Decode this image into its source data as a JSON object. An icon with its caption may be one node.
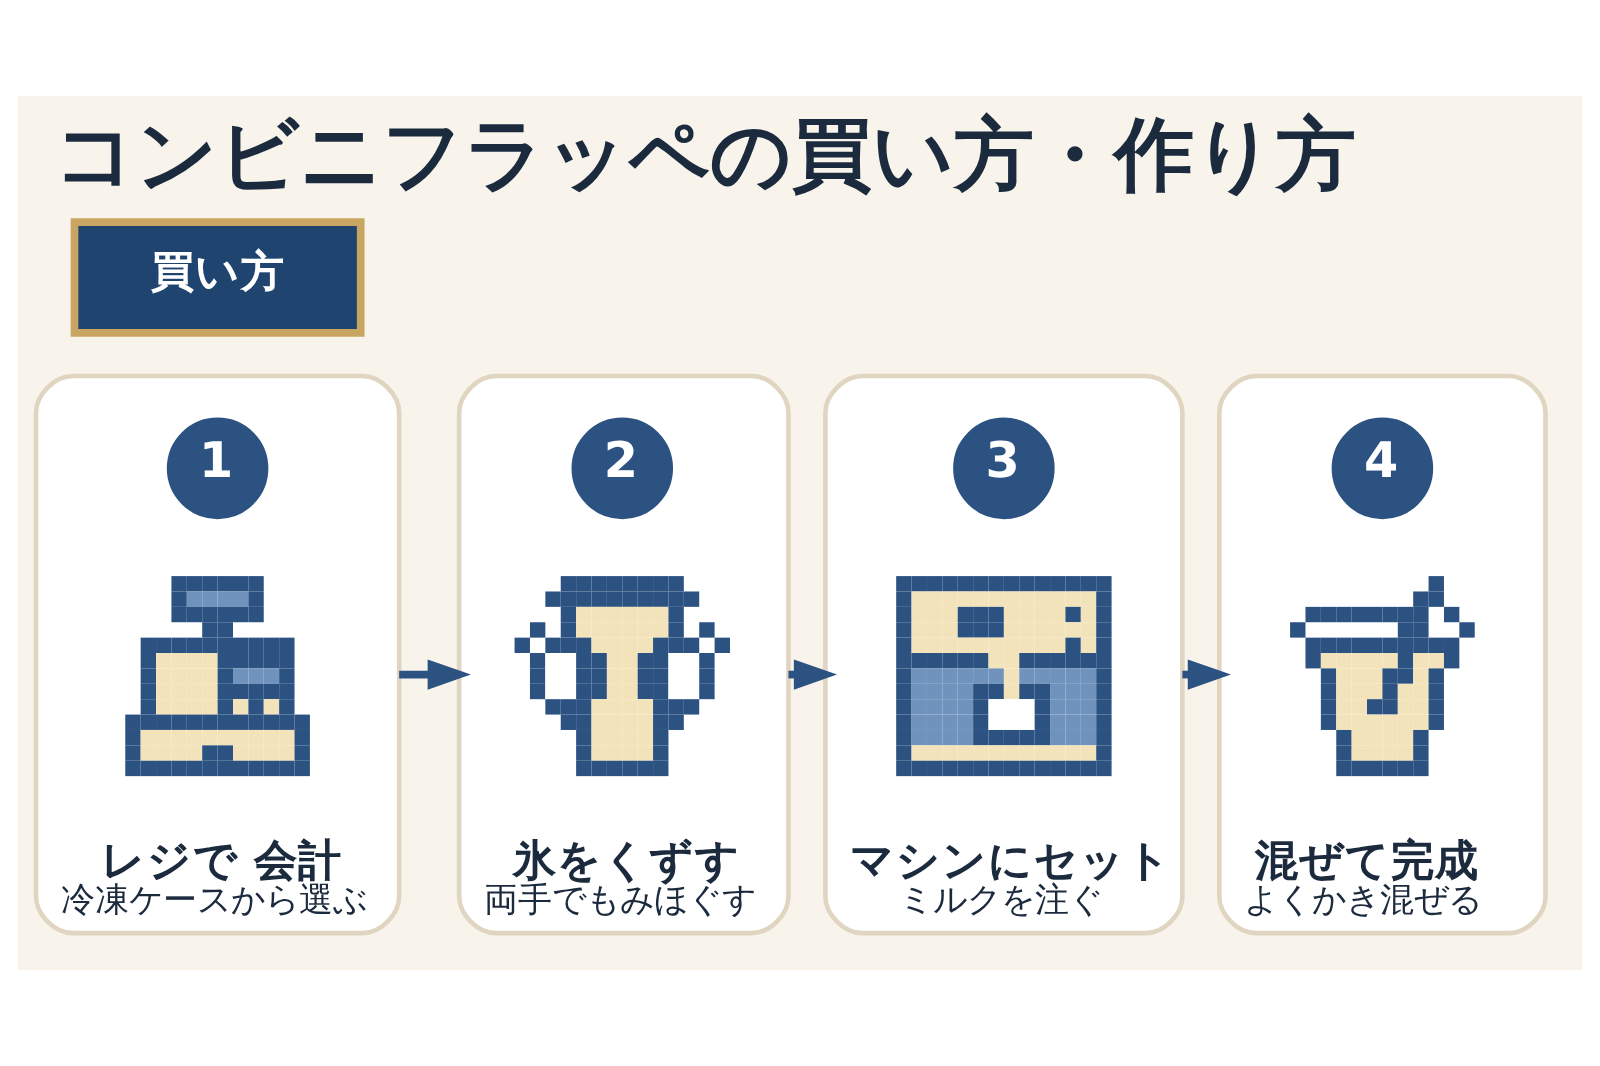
{
  "diagram": {
    "title": "コンビニフラッペの買い方・作り方",
    "nodes": [
      {
        "text": [
          "買い方"
        ]
      },
      {
        "text": [
          "レジで 会計",
          "冷凍ケースから選ぶ"
        ]
      },
      {
        "text": [
          "1"
        ],
        "in": 1
      },
      {
        "text": [],
        "shape": "picture",
        "in": 1
      },
      {
        "text": [
          "氷をくずす",
          "両手でもみほぐす"
        ]
      },
      {
        "text": [
          "2"
        ],
        "in": 4
      },
      {
        "text": [],
        "shape": "picture",
        "in": 4
      },
      {
        "text": [
          "マシンにセット",
          "ミルクを注ぐ"
        ]
      },
      {
        "text": [
          "3"
        ],
        "in": 7
      },
      {
        "text": [],
        "shape": "picture",
        "in": 7
      },
      {
        "text": [
          "混ぜて完成",
          "よくかき混ぜる"
        ]
      },
      {
        "text": [
          "4"
        ],
        "in": 10
      },
      {
        "text": [],
        "shape": "picture",
        "in": 10
      }
    ],
    "edges": [
      {
        "from": 1,
        "to": 4,
        "arrow": "to"
      },
      {
        "from": 4,
        "to": 7,
        "arrow": "to"
      },
      {
        "from": 7,
        "to": 10,
        "arrow": "to"
      }
    ]
  }
}
